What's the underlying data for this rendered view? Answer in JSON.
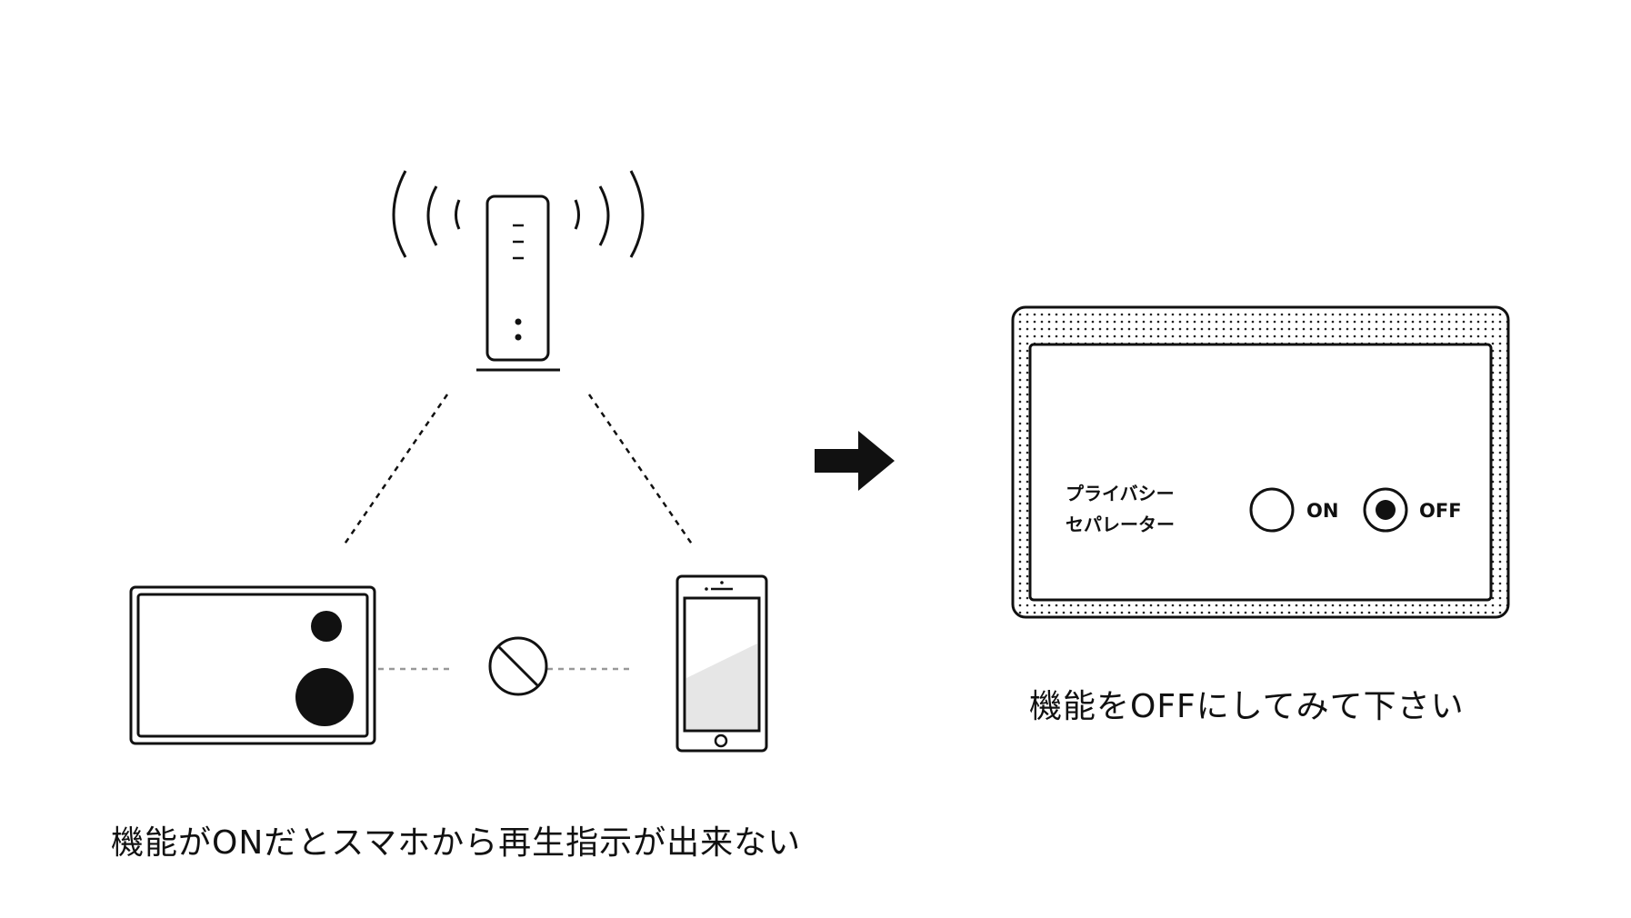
{
  "left_panel": {
    "caption": "機能がONだとスマホから再生指示が出来ない"
  },
  "right_panel": {
    "setting_label_line1": "プライバシー",
    "setting_label_line2": "セパレーター",
    "on_label": "ON",
    "off_label": "OFF",
    "selected": "OFF",
    "caption": "機能をOFFにしてみて下さい"
  },
  "icons": {
    "router": "wifi-router-icon",
    "speaker": "speaker-display-icon",
    "phone": "smartphone-icon",
    "blocked": "prohibited-icon",
    "arrow": "right-arrow-icon"
  }
}
